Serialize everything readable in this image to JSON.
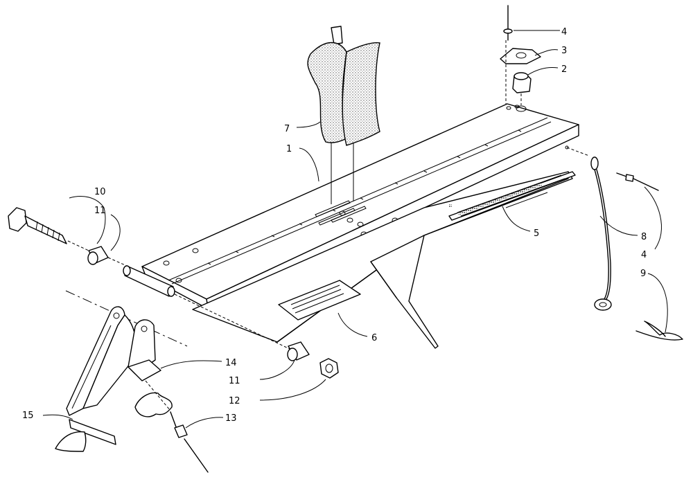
{
  "callouts": [
    {
      "id": "c1",
      "label": "1"
    },
    {
      "id": "c2",
      "label": "2"
    },
    {
      "id": "c3",
      "label": "3"
    },
    {
      "id": "c4a",
      "label": "4"
    },
    {
      "id": "c4b",
      "label": "4"
    },
    {
      "id": "c5",
      "label": "5"
    },
    {
      "id": "c6",
      "label": "6"
    },
    {
      "id": "c7",
      "label": "7"
    },
    {
      "id": "c8",
      "label": "8"
    },
    {
      "id": "c9",
      "label": "9"
    },
    {
      "id": "c10",
      "label": "10"
    },
    {
      "id": "c11a",
      "label": "11"
    },
    {
      "id": "c11b",
      "label": "11"
    },
    {
      "id": "c12",
      "label": "12"
    },
    {
      "id": "c13",
      "label": "13"
    },
    {
      "id": "c14",
      "label": "14"
    },
    {
      "id": "c15",
      "label": "15"
    }
  ]
}
